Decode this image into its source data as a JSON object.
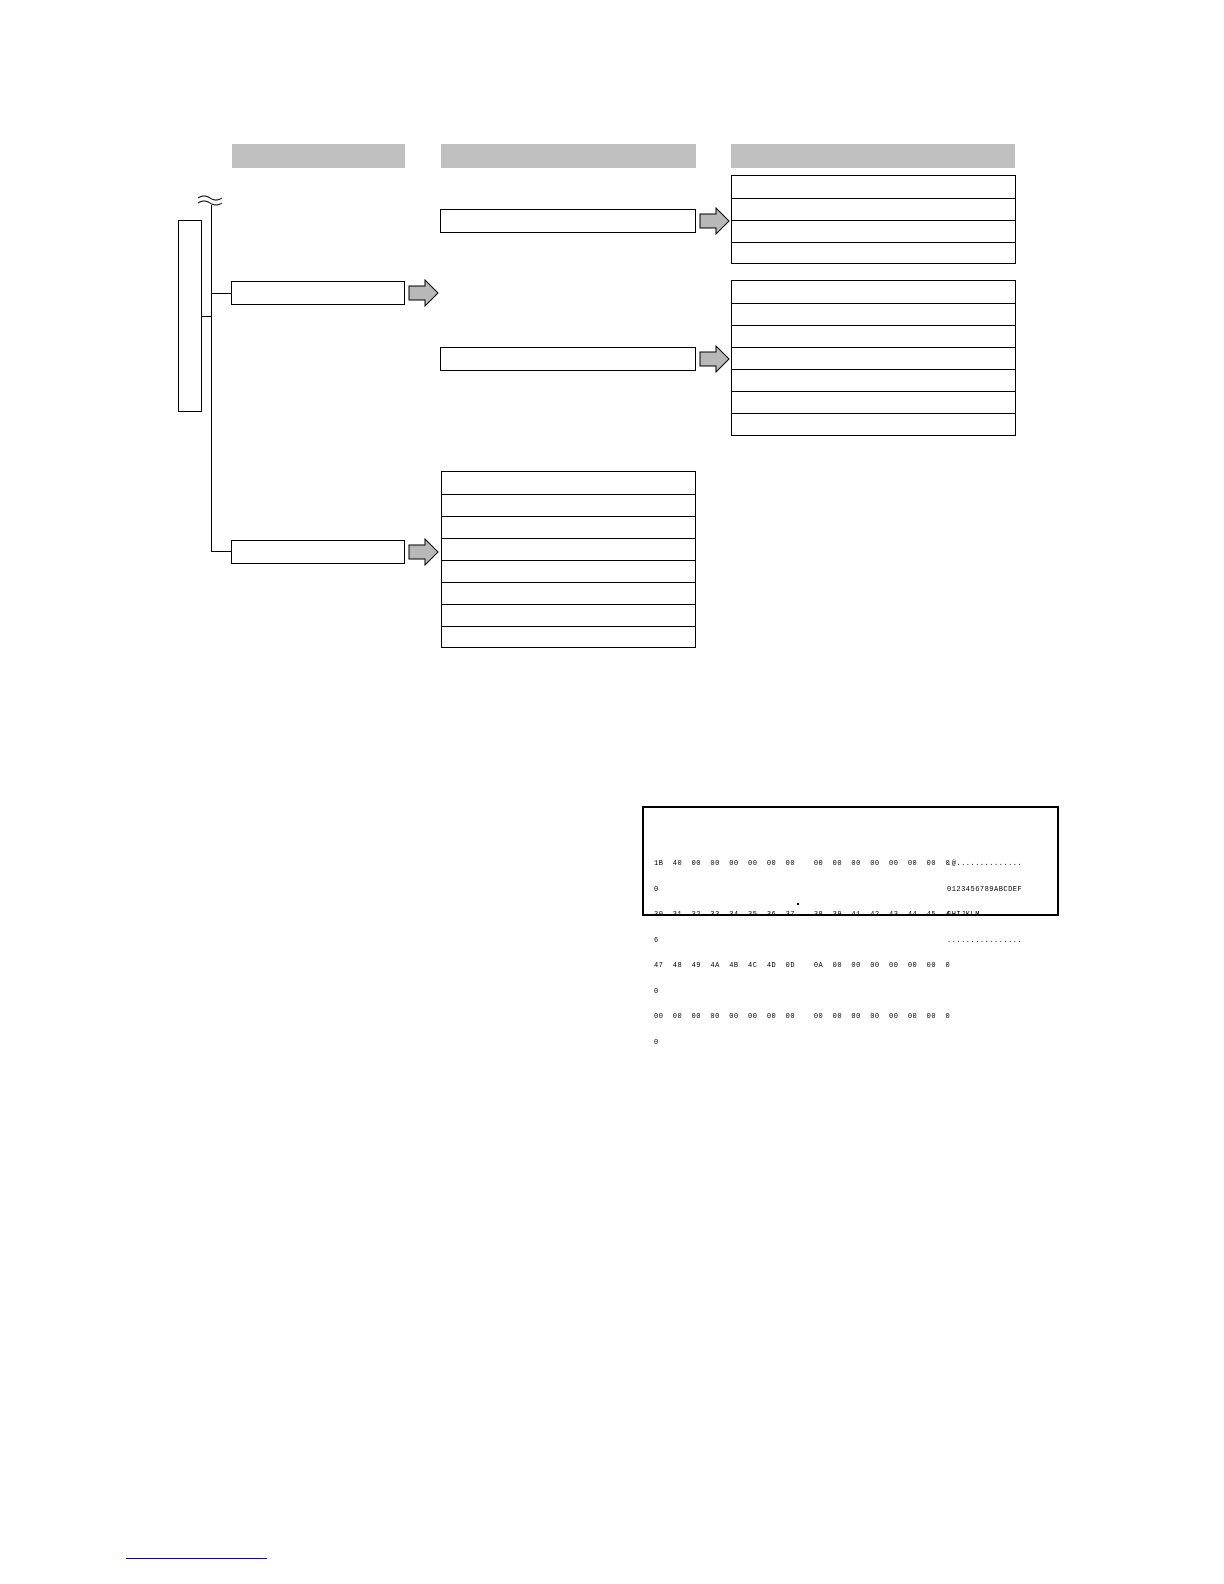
{
  "diagram": {
    "column_headers": [
      "",
      "",
      ""
    ],
    "tree_root": {
      "label": ""
    },
    "level1": [
      {
        "label": ""
      },
      {
        "label": ""
      }
    ],
    "level2_a": [
      {
        "label": ""
      },
      {
        "label": ""
      }
    ],
    "list_a1_rows": 4,
    "list_a2_rows": 7,
    "list_b_rows": 8
  },
  "hex_dump": {
    "hex_lines": [
      "1B  40  00  00  00  00  00  00    00  00  00  00  00  00  00  0",
      "0",
      "30  31  32  33  34  35  36  37    38  39  41  42  43  44  45  4",
      "6",
      "47  48  49  4A  4B  4C  4D  0D    0A  00  00  00  00  00  00  0",
      "0",
      "00  00  00  00  00  00  00  00    00  00  00  00  00  00  00  0",
      "0"
    ],
    "ascii_lines": [
      ".@..............",
      "0123456789ABCDEF",
      "GHIJKLM.........",
      "................"
    ]
  }
}
